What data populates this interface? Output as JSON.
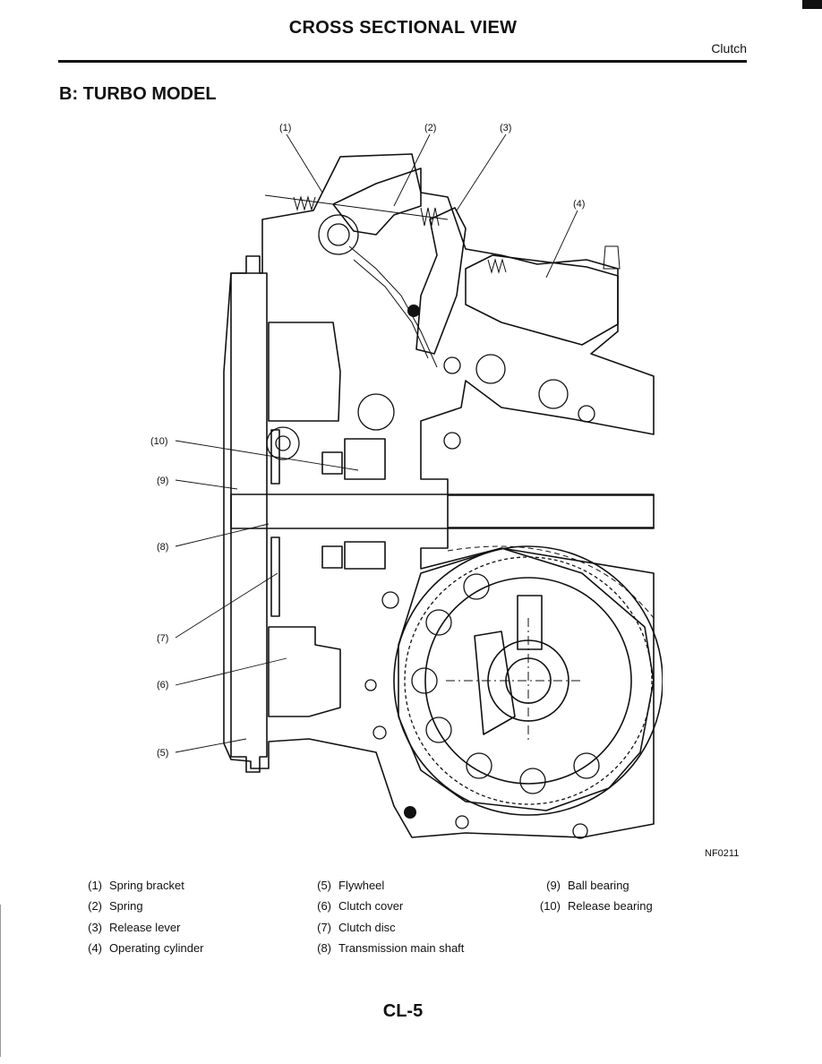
{
  "header": {
    "title": "CROSS SECTIONAL VIEW",
    "section": "Clutch"
  },
  "section_heading": "B: TURBO MODEL",
  "figure": {
    "code": "NF0211",
    "callouts": [
      "(1)",
      "(2)",
      "(3)",
      "(4)",
      "(5)",
      "(6)",
      "(7)",
      "(8)",
      "(9)",
      "(10)"
    ]
  },
  "legend": {
    "items": [
      {
        "num": "(1)",
        "label": "Spring bracket"
      },
      {
        "num": "(2)",
        "label": "Spring"
      },
      {
        "num": "(3)",
        "label": "Release lever"
      },
      {
        "num": "(4)",
        "label": "Operating cylinder"
      },
      {
        "num": "(5)",
        "label": "Flywheel"
      },
      {
        "num": "(6)",
        "label": "Clutch cover"
      },
      {
        "num": "(7)",
        "label": "Clutch disc"
      },
      {
        "num": "(8)",
        "label": "Transmission main shaft"
      },
      {
        "num": "(9)",
        "label": "Ball bearing"
      },
      {
        "num": "(10)",
        "label": "Release bearing"
      }
    ]
  },
  "footer": {
    "page_number": "CL-5"
  }
}
